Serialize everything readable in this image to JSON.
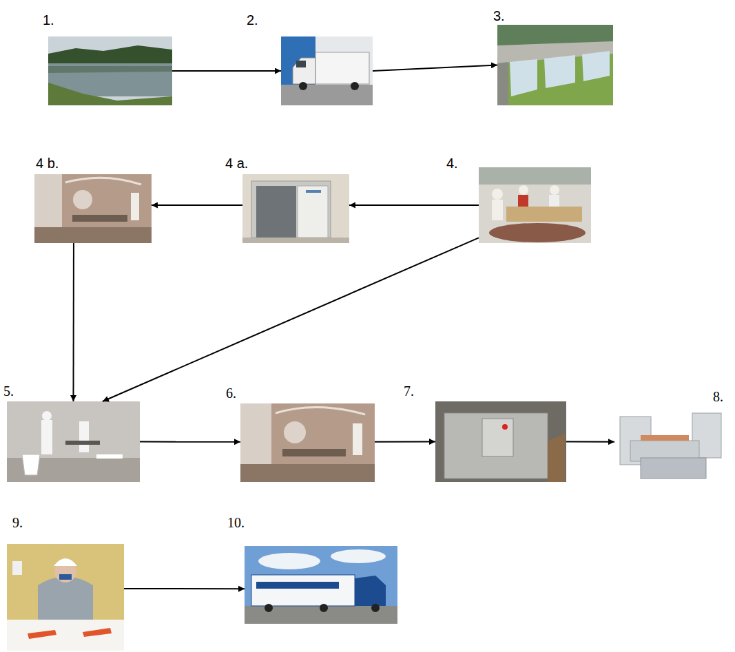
{
  "diagram": {
    "nodes": [
      {
        "text": [
          "1."
        ]
      },
      {
        "text": [
          "2."
        ]
      },
      {
        "text": [
          "3."
        ]
      },
      {
        "text": [
          "4 b."
        ]
      },
      {
        "text": [
          "4 a."
        ]
      },
      {
        "text": [
          "4."
        ]
      },
      {
        "text": [
          "5."
        ]
      },
      {
        "text": [
          "6."
        ]
      },
      {
        "text": [
          "7."
        ]
      },
      {
        "text": [
          "8."
        ]
      },
      {
        "text": [
          "9."
        ]
      },
      {
        "text": [
          "10."
        ]
      }
    ],
    "edges": [
      {
        "from": 0,
        "to": 1,
        "arrow": "to"
      },
      {
        "from": 1,
        "to": 2,
        "arrow": "to"
      },
      {
        "from": 5,
        "to": 4,
        "arrow": "to"
      },
      {
        "from": 4,
        "to": 3,
        "arrow": "to"
      },
      {
        "from": 3,
        "to": 6,
        "arrow": "to"
      },
      {
        "from": 5,
        "to": 6,
        "arrow": "to"
      },
      {
        "from": 6,
        "to": 7,
        "arrow": "to"
      },
      {
        "from": 7,
        "to": 8,
        "arrow": "to"
      },
      {
        "from": 8,
        "to": 9,
        "arrow": "to"
      },
      {
        "from": 10,
        "to": 11,
        "arrow": "to"
      }
    ]
  }
}
